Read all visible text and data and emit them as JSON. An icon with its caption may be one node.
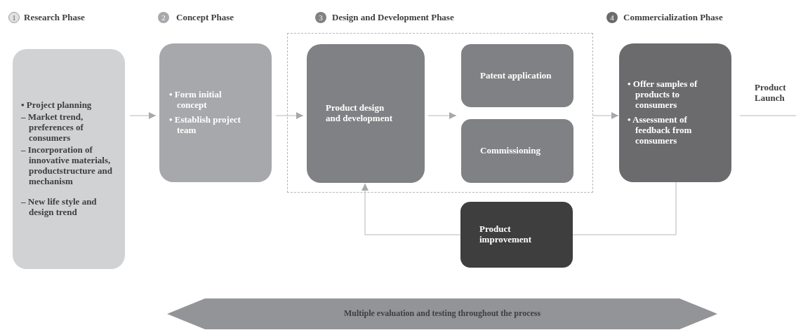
{
  "diagram": {
    "nodes": [
      {
        "text": [
          "• Project planning",
          "– Market trend, preferences of consumers",
          "– Incorporation of innovative materials, productstructure and mechanism",
          "– New life style and design trend"
        ]
      },
      {
        "text": [
          "• Form initial concept",
          "• Establish project team"
        ]
      },
      {
        "text": [],
        "shape": "box"
      },
      {
        "text": [
          "Product design and development"
        ],
        "in": 2
      },
      {
        "text": [
          "Patent application"
        ],
        "in": 2
      },
      {
        "text": [
          "Commissioning"
        ],
        "in": 2
      },
      {
        "text": [
          "• Offer samples of products to consumers",
          "• Assessment of feedback from consumers"
        ]
      },
      {
        "text": [
          "Product Launch"
        ]
      },
      {
        "text": [
          "Product improvement"
        ]
      },
      {
        "text": [
          "Multiple evaluation and testing throughout the process"
        ]
      }
    ],
    "edges": [
      {
        "from": 0,
        "to": 1,
        "arrow": "to"
      },
      {
        "from": 1,
        "to": 3,
        "arrow": "to"
      },
      {
        "from": 3,
        "to": 4,
        "arrow": "to"
      },
      {
        "from": 3,
        "to": 5,
        "arrow": "to"
      },
      {
        "from": 2,
        "to": 6,
        "arrow": "to"
      },
      {
        "from": 6,
        "to": 8,
        "arrow": "none"
      },
      {
        "from": 8,
        "to": 3,
        "arrow": "to"
      },
      {
        "from": 6,
        "to": null,
        "arrow": "none"
      }
    ],
    "labels": [
      "1",
      "Research Phase",
      "2",
      "Concept Phase",
      "3",
      "Design and Development Phase",
      "4",
      "Commercialization Phase"
    ]
  }
}
